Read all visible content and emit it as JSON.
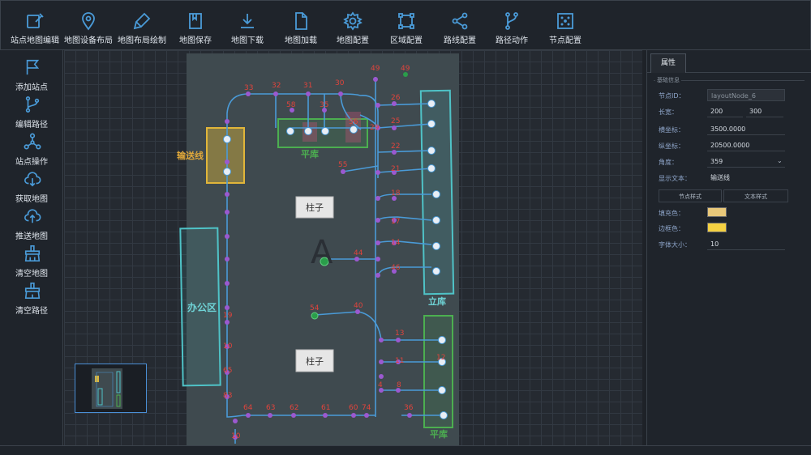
{
  "toolbar": {
    "items": [
      {
        "label": "站点地图编辑",
        "icon": "edit-icon"
      },
      {
        "label": "地图设备布局",
        "icon": "location-pin-icon"
      },
      {
        "label": "地图布局绘制",
        "icon": "highlighter-icon"
      },
      {
        "label": "地图保存",
        "icon": "book-icon"
      },
      {
        "label": "地图下载",
        "icon": "download-icon"
      },
      {
        "label": "地图加载",
        "icon": "file-icon"
      },
      {
        "label": "地图配置",
        "icon": "gear-icon"
      },
      {
        "label": "区域配置",
        "icon": "region-icon"
      },
      {
        "label": "路线配置",
        "icon": "share-icon"
      },
      {
        "label": "路径动作",
        "icon": "branch-icon"
      },
      {
        "label": "节点配置",
        "icon": "node-grid-icon"
      }
    ]
  },
  "sidebar": {
    "items": [
      {
        "label": "添加站点",
        "icon": "flag-icon"
      },
      {
        "label": "编辑路径",
        "icon": "path-edit-icon"
      },
      {
        "label": "站点操作",
        "icon": "network-icon"
      },
      {
        "label": "获取地图",
        "icon": "cloud-download-icon"
      },
      {
        "label": "推送地图",
        "icon": "cloud-upload-icon"
      },
      {
        "label": "清空地图",
        "icon": "clear-brush-icon"
      },
      {
        "label": "清空路径",
        "icon": "clear-path-icon"
      }
    ]
  },
  "map": {
    "zone_labels": {
      "conveyor": "输送线",
      "flat_top": "平库",
      "office": "办公区",
      "vertical": "立库",
      "flat_bottom": "平库"
    },
    "boxes": {
      "top": "柱子",
      "bottom": "柱子"
    },
    "big_letter": "A",
    "node_labels": [
      "33",
      "32",
      "31",
      "30",
      "49",
      "49",
      "26",
      "25",
      "22",
      "21",
      "18",
      "17",
      "14",
      "46",
      "58",
      "35",
      "29",
      "55",
      "56",
      "44",
      "54",
      "40",
      "13",
      "11",
      "8",
      "4",
      "36",
      "64",
      "63",
      "62",
      "61",
      "60",
      "74",
      "19",
      "10",
      "65",
      "83",
      "10",
      "12"
    ]
  },
  "properties": {
    "tab": "属性",
    "section": "基础信息",
    "fields": {
      "node_id": {
        "label": "节点ID：",
        "value": "layoutNode_6"
      },
      "size": {
        "label": "长宽：",
        "w": "200",
        "h": "300"
      },
      "x": {
        "label": "横坐标：",
        "value": "3500.0000"
      },
      "y": {
        "label": "纵坐标：",
        "value": "20500.0000"
      },
      "angle": {
        "label": "角度：",
        "value": "359"
      },
      "text": {
        "label": "显示文本：",
        "value": "输送线"
      },
      "fill": {
        "label": "填充色："
      },
      "border": {
        "label": "边框色："
      },
      "font": {
        "label": "字体大小：",
        "value": "10"
      }
    },
    "buttons": {
      "style": "节点样式",
      "text": "文本样式"
    },
    "colors": {
      "fill": "#e8c87a",
      "border": "#f5d142"
    }
  },
  "colors": {
    "path": "#4a9bd8",
    "zone_green": "#4caf50",
    "zone_cyan": "#4fc3c7",
    "zone_yellow": "#d9b43a",
    "node_red": "#e0443c",
    "node_purple": "#9b59d0"
  }
}
